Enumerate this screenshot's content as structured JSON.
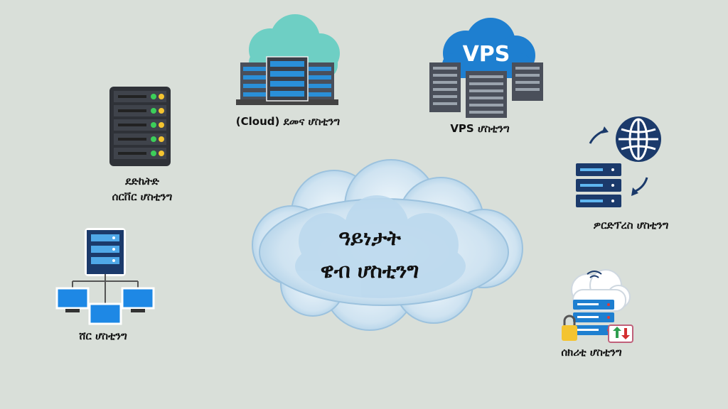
{
  "center": {
    "line1": "ዓይነታት",
    "line2": "ዌብ ሆስቲንግ"
  },
  "nodes": {
    "cloud": {
      "label": "(Cloud) ደመና ሆስቲንግ",
      "icon": "cloud-server-icon"
    },
    "vps": {
      "label": "VPS ሆስቲንግ",
      "badge": "VPS",
      "icon": "vps-cloud-icon"
    },
    "dedicated": {
      "label_line1": "ደድኬትድ",
      "label_line2": "ሰርቨር ሆስቲንግ",
      "icon": "server-rack-icon"
    },
    "wordpress": {
      "label": "ዎርድፕረስ ሆስቲንግ",
      "icon": "globe-server-icon"
    },
    "shared": {
      "label": "ሸር ሆስቲንግ",
      "icon": "shared-network-icon"
    },
    "security": {
      "label": "ሰክሪቲ ሆስቲንግ",
      "icon": "secure-server-icon"
    }
  },
  "colors": {
    "background": "#d9dfd9",
    "cloud_teal": "#6ecfc4",
    "server_dark": "#4a4f5a",
    "server_blue": "#1e7fd0",
    "globe_navy": "#1b3a6b",
    "watercolor_blue": "#a8cde6"
  }
}
